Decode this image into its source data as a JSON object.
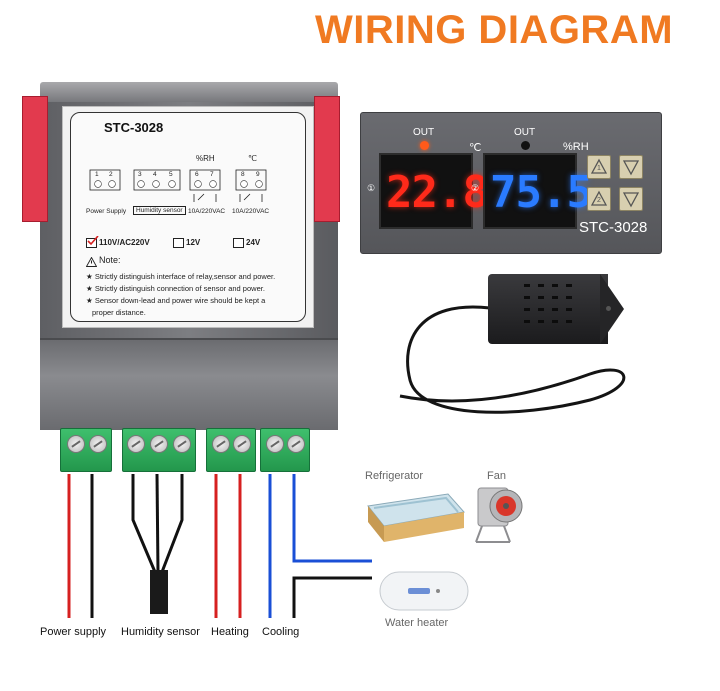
{
  "title": "WIRING DIAGRAM",
  "label": {
    "model": "STC-3028",
    "rh_unit": "%RH",
    "temp_unit": "℃",
    "terminal_numbers": [
      "1",
      "2",
      "3",
      "4",
      "5",
      "6",
      "7",
      "8",
      "9"
    ],
    "power_supply": "Power Supply",
    "humidity_sensor": "Humidity sensor",
    "relay1_rating": "10A/220VAC",
    "relay2_rating": "10A/220VAC",
    "voltage_options": [
      "110V/AC220V",
      "12V",
      "24V"
    ],
    "note_title": "Note:",
    "notes": [
      "Strictly distinguish interface of relay,sensor and power.",
      "Strictly distinguish connection of sensor and power.",
      "Sensor down-lead and power wire should be kept a",
      "proper distance."
    ]
  },
  "display": {
    "out_left": "OUT",
    "out_right": "OUT",
    "temp_unit": "℃",
    "rh_unit": "%RH",
    "temperature": "22.8",
    "humidity": "75.5",
    "model": "STC-3028",
    "marker1": "①",
    "marker2": "②",
    "key_marks": [
      "1",
      "2"
    ]
  },
  "captions": {
    "power_supply": "Power supply",
    "humidity_sensor": "Humidity sensor",
    "heating": "Heating",
    "cooling": "Cooling"
  },
  "devices": {
    "refrigerator": "Refrigerator",
    "fan": "Fan",
    "water_heater": "Water heater"
  },
  "colors": {
    "title": "#f07a22",
    "temperature_digits": "#ff2a1a",
    "humidity_digits": "#2a7bff",
    "terminal_green": "#2fae5a",
    "wire_red": "#d62020",
    "wire_black": "#111111",
    "wire_blue": "#1a4fd6"
  }
}
